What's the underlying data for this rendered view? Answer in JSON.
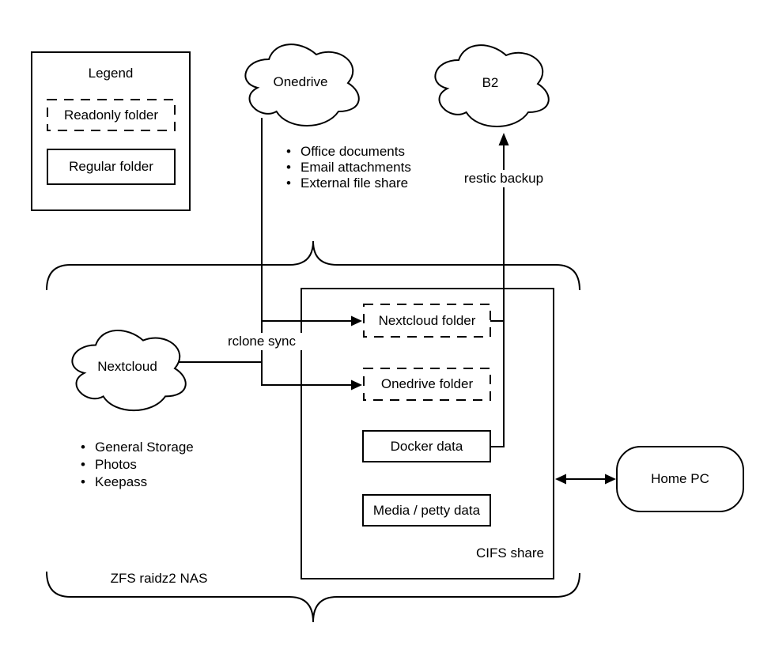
{
  "diagram": {
    "legend": {
      "title": "Legend",
      "readonly_label": "Readonly folder",
      "regular_label": "Regular folder"
    },
    "clouds": {
      "onedrive": "Onedrive",
      "b2": "B2",
      "nextcloud": "Nextcloud"
    },
    "onedrive_items": [
      "Office documents",
      "Email attachments",
      "External file share"
    ],
    "nextcloud_items": [
      "General Storage",
      "Photos",
      "Keepass"
    ],
    "folders": {
      "nextcloud_folder": "Nextcloud folder",
      "onedrive_folder": "Onedrive folder",
      "docker_data": "Docker data",
      "media_data": "Media / petty data"
    },
    "nodes": {
      "home_pc": "Home PC"
    },
    "labels": {
      "rclone": "rclone sync",
      "restic": "restic backup",
      "cifs": "CIFS share",
      "nas": "ZFS raidz2 NAS"
    },
    "colors": {
      "stroke": "#000000",
      "background": "#ffffff"
    }
  }
}
